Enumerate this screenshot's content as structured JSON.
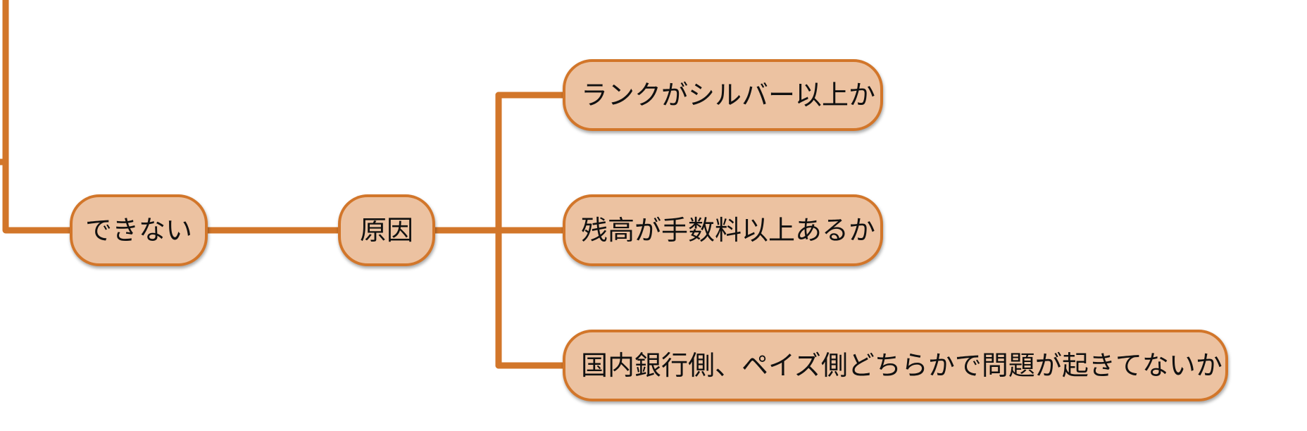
{
  "diagram": {
    "type": "mind-map",
    "colors": {
      "line": "#d2762a",
      "node_fill": "#ecc2a1",
      "node_border": "#d2762a",
      "text": "#111111"
    },
    "nodes": {
      "cannot": "できない",
      "cause": "原因",
      "reasons": [
        "ランクがシルバー以上か",
        "残高が手数料以上あるか",
        "国内銀行側、ペイズ側どちらかで問題が起きてないか"
      ]
    },
    "edges": [
      [
        "root",
        "cannot"
      ],
      [
        "cannot",
        "cause"
      ],
      [
        "cause",
        "reasons.0"
      ],
      [
        "cause",
        "reasons.1"
      ],
      [
        "cause",
        "reasons.2"
      ]
    ]
  }
}
